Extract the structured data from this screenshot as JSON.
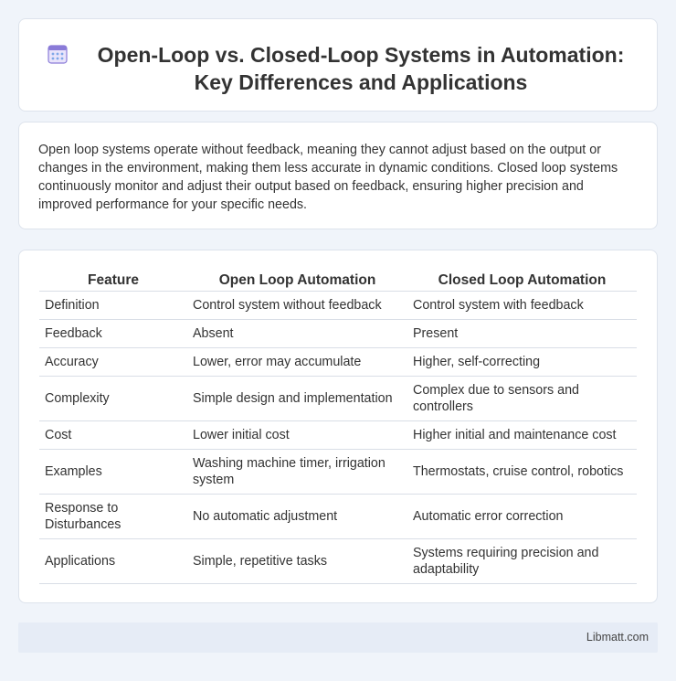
{
  "header": {
    "icon": "calendar-icon",
    "title": "Open-Loop vs. Closed-Loop Systems in Automation: Key Differences and Applications"
  },
  "intro": {
    "text": "Open loop systems operate without feedback, meaning they cannot adjust based on the output or changes in the environment, making them less accurate in dynamic conditions. Closed loop systems continuously monitor and adjust their output based on feedback, ensuring higher precision and improved performance for your specific needs."
  },
  "table": {
    "headers": [
      "Feature",
      "Open Loop Automation",
      "Closed Loop Automation"
    ],
    "rows": [
      [
        "Definition",
        "Control system without feedback",
        "Control system with feedback"
      ],
      [
        "Feedback",
        "Absent",
        "Present"
      ],
      [
        "Accuracy",
        "Lower, error may accumulate",
        "Higher, self-correcting"
      ],
      [
        "Complexity",
        "Simple design and implementation",
        "Complex due to sensors and controllers"
      ],
      [
        "Cost",
        "Lower initial cost",
        "Higher initial and maintenance cost"
      ],
      [
        "Examples",
        "Washing machine timer, irrigation system",
        "Thermostats, cruise control, robotics"
      ],
      [
        "Response to Disturbances",
        "No automatic adjustment",
        "Automatic error correction"
      ],
      [
        "Applications",
        "Simple, repetitive tasks",
        "Systems requiring precision and adaptability"
      ]
    ]
  },
  "footer": {
    "text": "Libmatt.com"
  },
  "colors": {
    "background": "#f0f4fa",
    "card": "#ffffff",
    "footer": "#e6ecf6",
    "icon_accent": "#8a7bd8"
  }
}
